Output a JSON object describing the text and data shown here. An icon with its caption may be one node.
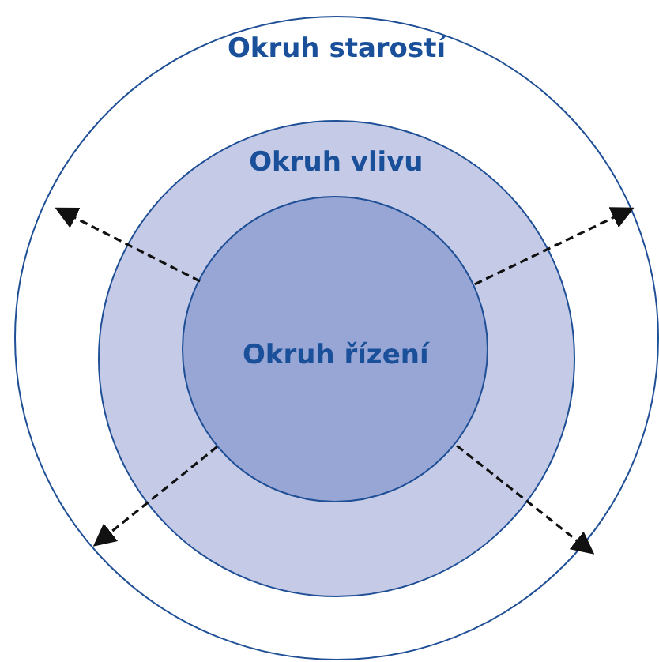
{
  "diagram": {
    "nodes": [
      {
        "text": [
          "Okruh starostí"
        ]
      },
      {
        "text": [
          "Okruh vlivu"
        ],
        "in": 0
      },
      {
        "text": [
          "Okruh řízení"
        ],
        "in": 1
      }
    ],
    "edges": [
      {
        "from": 2,
        "to": null,
        "arrow": "to",
        "style": "dashed"
      },
      {
        "from": 2,
        "to": null,
        "arrow": "to",
        "style": "dashed"
      },
      {
        "from": 2,
        "to": null,
        "arrow": "to",
        "style": "dashed"
      },
      {
        "from": 2,
        "to": null,
        "arrow": "to",
        "style": "dashed"
      }
    ]
  }
}
